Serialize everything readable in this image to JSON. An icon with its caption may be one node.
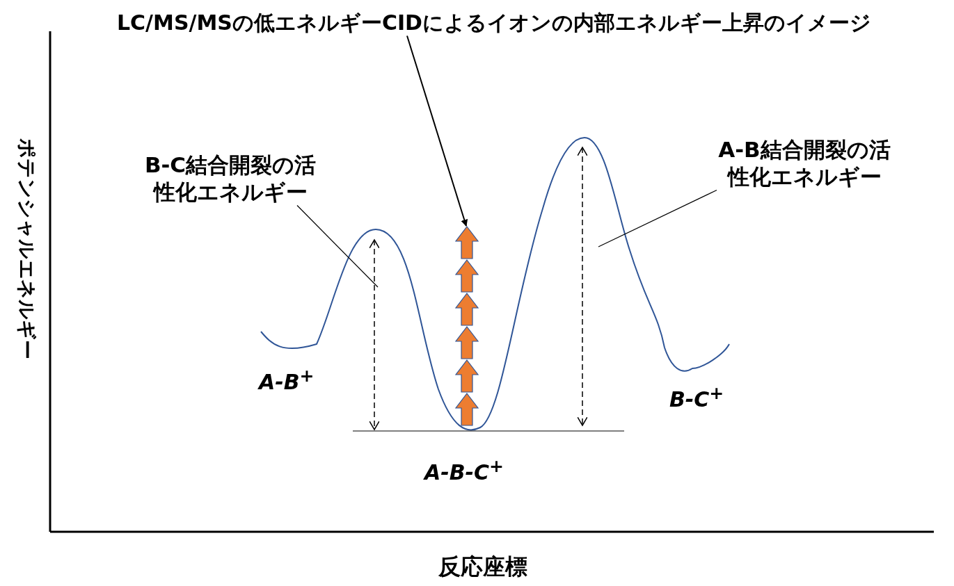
{
  "diagram": {
    "nodes": [
      {
        "text": [
          "LC/MS/MSの低エネルギーCIDによるイオンの内部エネルギー上昇のイメージ"
        ]
      },
      {
        "text": [],
        "shape": "picture"
      },
      {
        "text": [
          "B-C結合開裂の活性化エネルギー"
        ]
      },
      {
        "text": [
          "A-B結合開裂の活性化エネルギー"
        ]
      }
    ],
    "edges": [
      {
        "from": 0,
        "to": 1,
        "arrow": "to"
      },
      {
        "from": 2,
        "to": null,
        "arrow": "none"
      },
      {
        "from": 3,
        "to": null,
        "arrow": "none"
      }
    ],
    "labels": [
      "ポテンシャルエネルギー",
      "A-B$^{+}$",
      "B-C$^{+}$",
      "A-B-C$^{+}$",
      "反応座標"
    ]
  }
}
